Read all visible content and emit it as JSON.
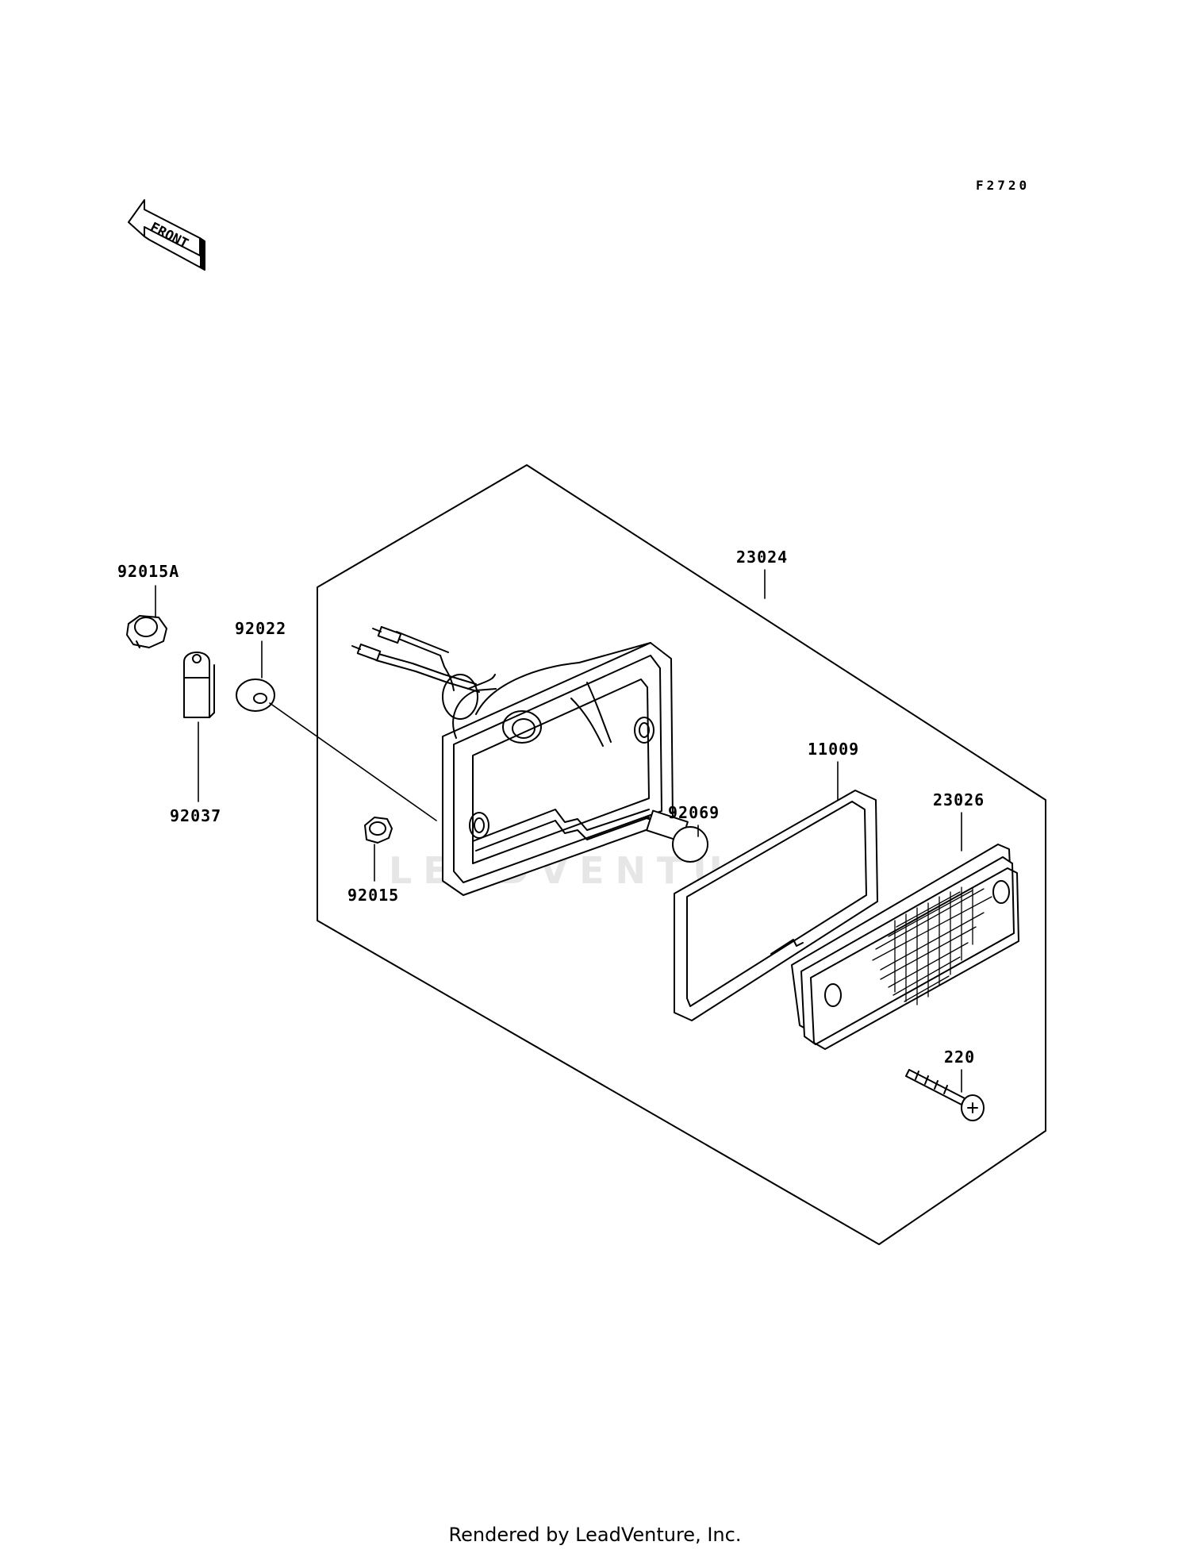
{
  "diagram": {
    "code": "F2720",
    "front_label": "FRONT",
    "watermark": "LEADVENTURE",
    "footer": "Rendered by LeadVenture, Inc."
  },
  "parts": [
    {
      "id": "p1",
      "number": "92015A"
    },
    {
      "id": "p2",
      "number": "92022"
    },
    {
      "id": "p3",
      "number": "92037"
    },
    {
      "id": "p4",
      "number": "92015"
    },
    {
      "id": "p5",
      "number": "23024"
    },
    {
      "id": "p6",
      "number": "11009"
    },
    {
      "id": "p7",
      "number": "92069"
    },
    {
      "id": "p8",
      "number": "23026"
    },
    {
      "id": "p9",
      "number": "220"
    }
  ]
}
